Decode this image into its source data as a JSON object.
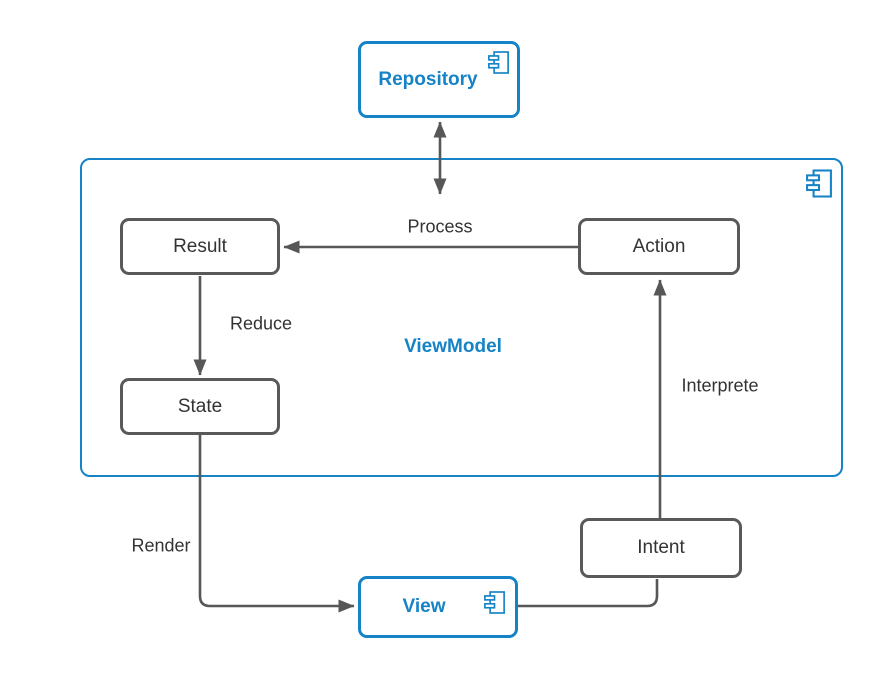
{
  "nodes": {
    "repository": {
      "label": "Repository"
    },
    "viewmodel": {
      "label": "ViewModel"
    },
    "result": {
      "label": "Result"
    },
    "action": {
      "label": "Action"
    },
    "state": {
      "label": "State"
    },
    "intent": {
      "label": "Intent"
    },
    "view": {
      "label": "View"
    }
  },
  "edges": {
    "process": {
      "label": "Process"
    },
    "reduce": {
      "label": "Reduce"
    },
    "interprete": {
      "label": "Interprete"
    },
    "render": {
      "label": "Render"
    }
  },
  "icons": {
    "component": "uml-component-icon"
  },
  "colors": {
    "accent_blue": "#1583c5",
    "node_border_gray": "#595959",
    "connector_gray": "#575757",
    "label_text": "#333333",
    "background": "#ffffff"
  }
}
